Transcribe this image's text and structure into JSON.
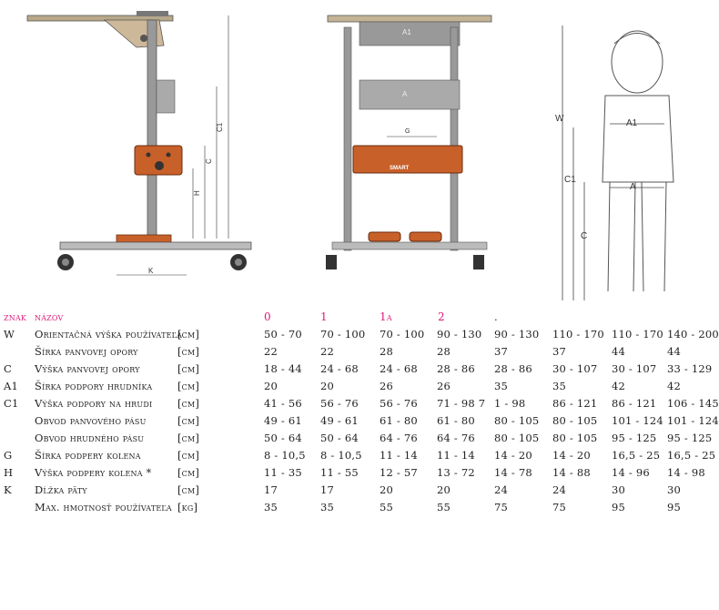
{
  "figure_labels": {
    "side_c1": "C1",
    "side_c": "C",
    "side_h": "H",
    "side_k": "K",
    "front_a1": "A1",
    "front_a": "A",
    "front_g": "G",
    "front_brand": "SMART",
    "child_w": "W",
    "child_a1": "A1",
    "child_c1": "C1",
    "child_a": "A",
    "child_c": "C"
  },
  "table": {
    "header": {
      "code": "znak",
      "name": "názov",
      "sizes": [
        "0",
        "1",
        "1a",
        "2",
        "."
      ]
    },
    "rows": [
      {
        "code": "W",
        "name": "Orientačná výška používateľa",
        "unit": "[cm]",
        "values": [
          "50 - 70",
          "70 - 100",
          "70 - 100",
          "90 - 130",
          "90 - 130",
          "110 - 170",
          "110 - 170",
          "140 - 200"
        ]
      },
      {
        "code": "",
        "name": "Šírka panvovej opory",
        "unit": "[cm]",
        "values": [
          "22",
          "22",
          "28",
          "28",
          "37",
          "37",
          "44",
          "44"
        ]
      },
      {
        "code": "C",
        "name": "Výška panvovej opory",
        "unit": "[cm]",
        "values": [
          "18 - 44",
          "24 - 68",
          "24 - 68",
          "28 - 86",
          "28 - 86",
          "30 - 107",
          "30 - 107",
          "33 - 129"
        ]
      },
      {
        "code": "A1",
        "name": "Šírka podpory hrudníka",
        "unit": "[cm]",
        "values": [
          "20",
          "20",
          "26",
          "26",
          "35",
          "35",
          "42",
          "42"
        ]
      },
      {
        "code": "C1",
        "name": "Výška podpory na hrudi",
        "unit": "[cm]",
        "values": [
          "41 - 56",
          "56 - 76",
          "56 - 76",
          "71 - 98 7",
          "1 - 98",
          "86 - 121",
          "86 - 121",
          "106 - 145"
        ]
      },
      {
        "code": "",
        "name": "Obvod panvového pásu",
        "unit": "[cm]",
        "values": [
          "49 - 61",
          "49 - 61",
          "61 - 80",
          "61 - 80",
          "80 - 105",
          "80 - 105",
          "101 - 124",
          "101 - 124"
        ]
      },
      {
        "code": "",
        "name": "Obvod hrudného pásu",
        "unit": "[cm]",
        "values": [
          "50 - 64",
          "50 - 64",
          "64 - 76",
          "64 - 76",
          "80 - 105",
          "80 - 105",
          "95 - 125",
          "95 - 125"
        ]
      },
      {
        "code": "G",
        "name": "Šírka podpery kolena",
        "unit": "[cm]",
        "values": [
          "8 - 10,5",
          "8 - 10,5",
          "11 - 14",
          "11 - 14",
          "14 - 20",
          "14 - 20",
          "16,5 - 25",
          "16,5 - 25"
        ]
      },
      {
        "code": "H",
        "name": "Výška podpery kolena *",
        "unit": "[cm]",
        "values": [
          "11 - 35",
          "11 - 55",
          "12 - 57",
          "13 - 72",
          "14 - 78",
          "14 - 88",
          "14 - 96",
          "14 - 98"
        ]
      },
      {
        "code": "K",
        "name": "Dĺžka päty",
        "unit": "[cm]",
        "values": [
          "17",
          "17",
          "20",
          "20",
          "24",
          "24",
          "30",
          "30"
        ]
      },
      {
        "code": "",
        "name": "Max. hmotnosť používateľa",
        "unit": "[kg]",
        "values": [
          "35",
          "35",
          "55",
          "55",
          "75",
          "75",
          "95",
          "95"
        ]
      }
    ]
  }
}
